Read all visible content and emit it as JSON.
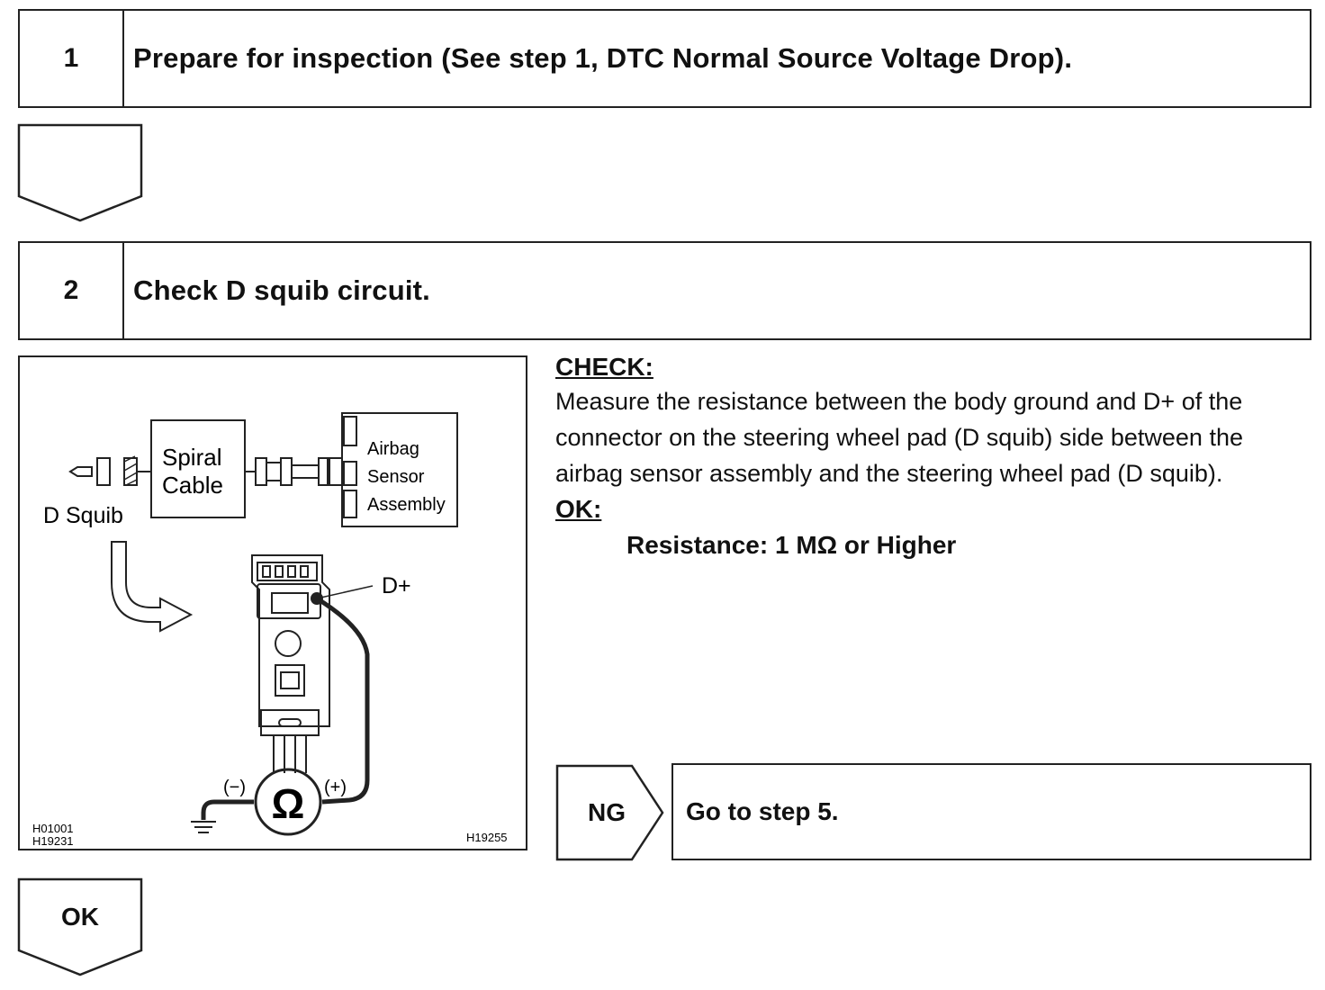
{
  "step1": {
    "number": "1",
    "title": "Prepare for inspection (See step 1, DTC Normal Source Voltage Drop)."
  },
  "step2": {
    "number": "2",
    "title": "Check D squib circuit."
  },
  "figure": {
    "d_squib": "D Squib",
    "spiral_cable_line1": "Spiral",
    "spiral_cable_line2": "Cable",
    "airbag_line1": "Airbag",
    "airbag_line2": "Sensor",
    "airbag_line3": "Assembly",
    "terminal_label": "D+",
    "minus_label": "(−)",
    "plus_label": "(+)",
    "ohm_symbol": "Ω",
    "code_left_1": "H01001",
    "code_left_2": "H19231",
    "code_right": "H19255"
  },
  "check": {
    "heading": "CHECK:",
    "body": "Measure the resistance between the body ground and D+ of the connector on the steering wheel pad (D squib) side between the airbag sensor assembly and the steering wheel pad (D squib).",
    "ok_heading": "OK:",
    "ok_spec": "Resistance: 1 MΩ or Higher"
  },
  "ng": {
    "label": "NG",
    "text": "Go to step 5."
  },
  "ok_arrow": {
    "label": "OK"
  }
}
